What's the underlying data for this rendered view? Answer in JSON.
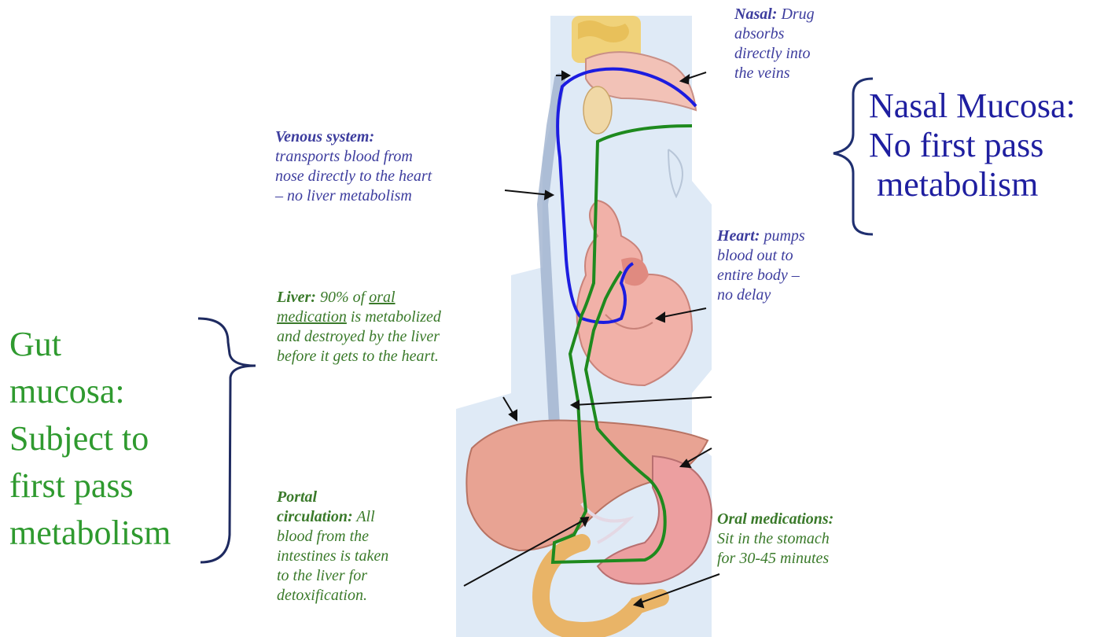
{
  "annotations": {
    "nasal": {
      "title": "Nasal:",
      "text": "Drug absorbs directly into the veins"
    },
    "venous": {
      "title": "Venous system:",
      "text1": "transports blood from",
      "text2": "nose directly to the heart",
      "text3": "– no liver metabolism"
    },
    "heart": {
      "title": "Heart:",
      "text1": "pumps",
      "text2": "blood out to",
      "text3": "entire body –",
      "text4": "no delay"
    },
    "liver": {
      "title": "Liver:",
      "pre": "90% of",
      "underlined": "oral medication",
      "line3": "and destroyed by the liver",
      "line4": "before it gets to the heart.",
      "mid": "is metabolized",
      "oral": "oral",
      "medication": "medication"
    },
    "portal": {
      "title1": "Portal",
      "title2": "circulation:",
      "t1": "All",
      "t2": "blood from the",
      "t3": "intestines is taken",
      "t4": "to the liver for",
      "t5": "detoxification."
    },
    "oral": {
      "title": "Oral medications:",
      "text1": "Sit in the stomach",
      "text2": "for 30-45 minutes"
    }
  },
  "big_labels": {
    "nasal_mucosa": {
      "l1": "Nasal Mucosa:",
      "l2": "No first pass",
      "l3": "metabolism"
    },
    "gut_mucosa": {
      "l1": "Gut",
      "l2": "mucosa:",
      "l3": "Subject to",
      "l4": "first pass",
      "l5": "metabolism"
    }
  },
  "colors": {
    "nasal_path": "#1c1ce0",
    "oral_path": "#1e8a1e",
    "brace_blue": "#1f2f70",
    "brace_dark": "#1e2a60"
  },
  "icons": [
    "head-sinus",
    "vein",
    "heart",
    "liver",
    "stomach",
    "intestine"
  ]
}
